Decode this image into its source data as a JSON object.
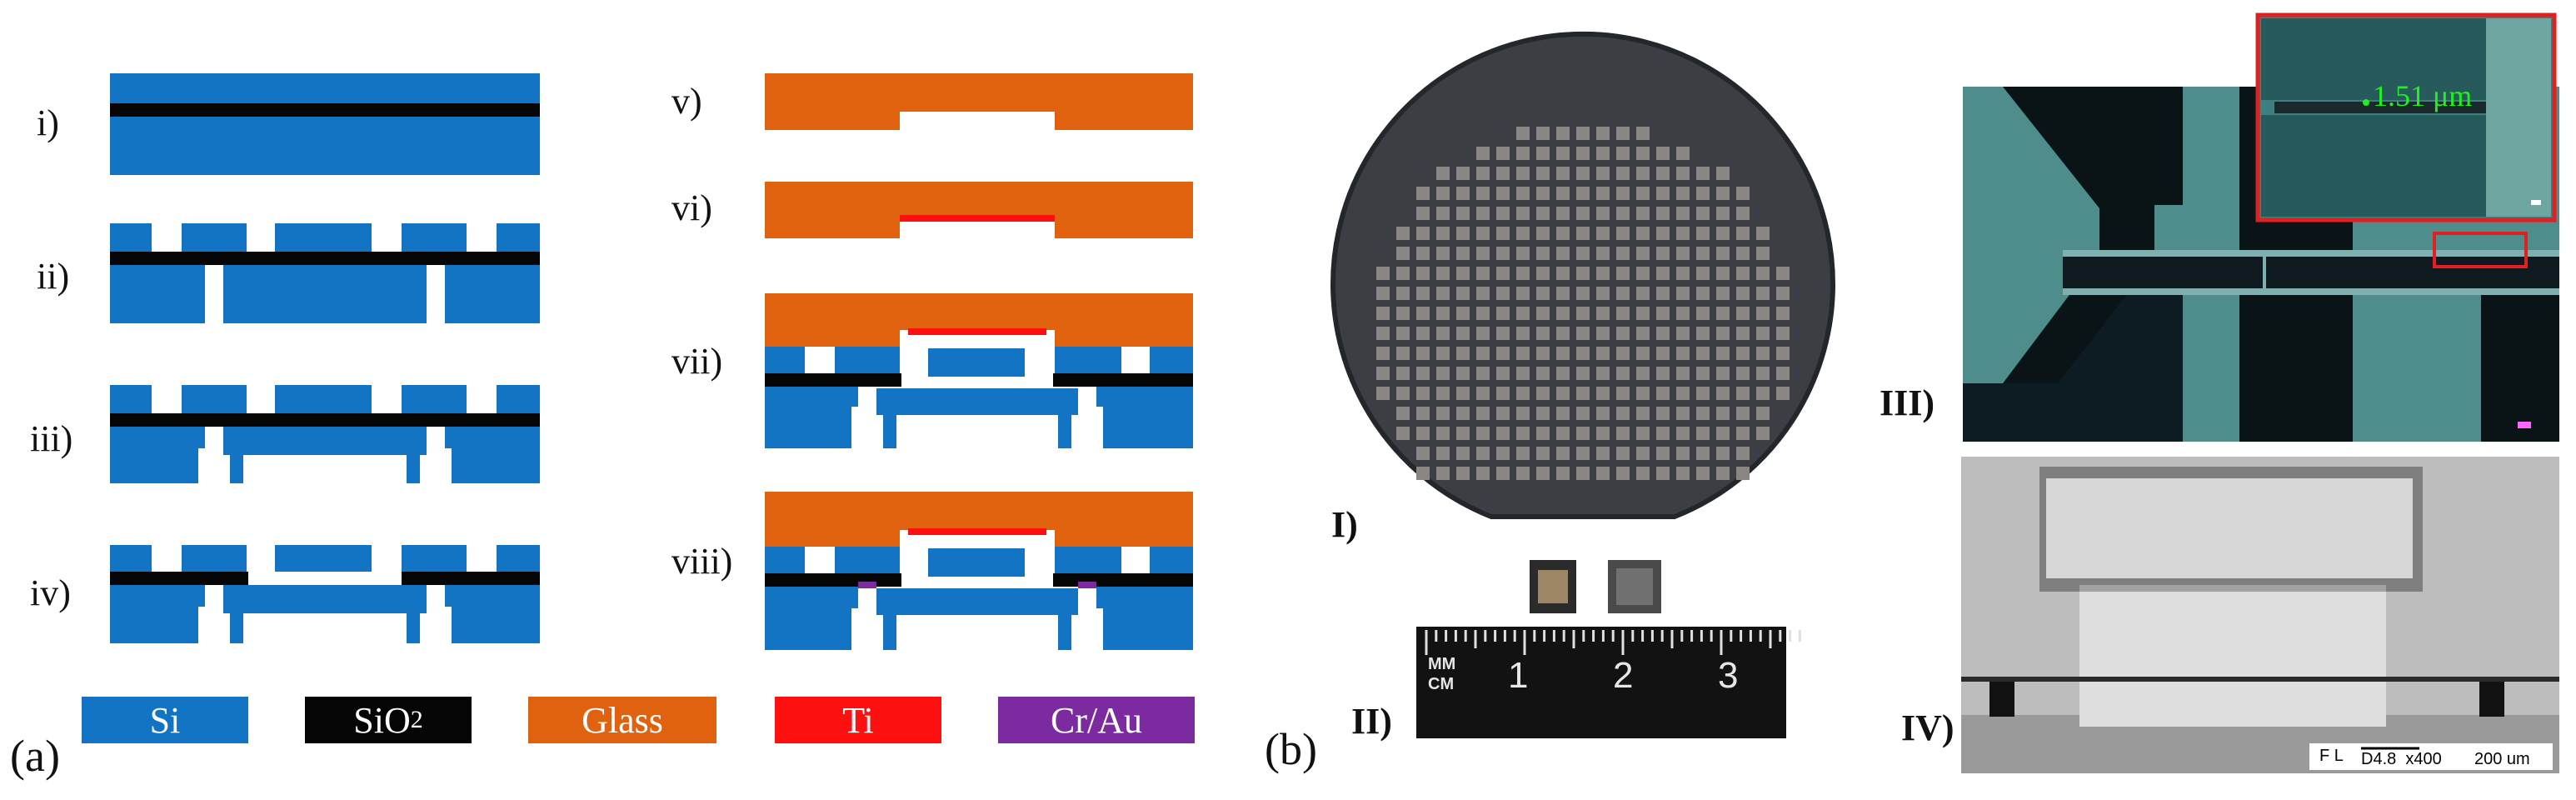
{
  "colors": {
    "si": "#1474c4",
    "sio2": "#050505",
    "glass": "#e0620e",
    "ti": "#ff1010",
    "crau": "#7b2aa0"
  },
  "panel_a": {
    "label": "(a)",
    "steps_left": [
      "i)",
      "ii)",
      "iii)",
      "iv)"
    ],
    "steps_right": [
      "v)",
      "vi)",
      "vii)",
      "viii)"
    ],
    "legend": [
      {
        "name": "Si",
        "color": "#1474c4",
        "text_color": "#ffffff"
      },
      {
        "name": "SiO",
        "sub": "2",
        "color": "#050505",
        "text_color": "#ffffff"
      },
      {
        "name": "Glass",
        "color": "#e0620e",
        "text_color": "#ffffff"
      },
      {
        "name": "Ti",
        "color": "#ff1010",
        "text_color": "#ffffff"
      },
      {
        "name": "Cr/Au",
        "color": "#7b2aa0",
        "text_color": "#ffffff"
      }
    ]
  },
  "panel_b": {
    "label": "(b)",
    "photo_labels": [
      "I)",
      "II)",
      "III)",
      "IV)"
    ],
    "ruler": {
      "unit_top": "MM",
      "unit_bottom": "CM",
      "numbers": [
        "1",
        "2",
        "3"
      ]
    },
    "inset_measurement": "1.51 μm",
    "sem_bar": {
      "fl": "F L",
      "info": "D4.8  x400",
      "scale": "200 um"
    }
  }
}
